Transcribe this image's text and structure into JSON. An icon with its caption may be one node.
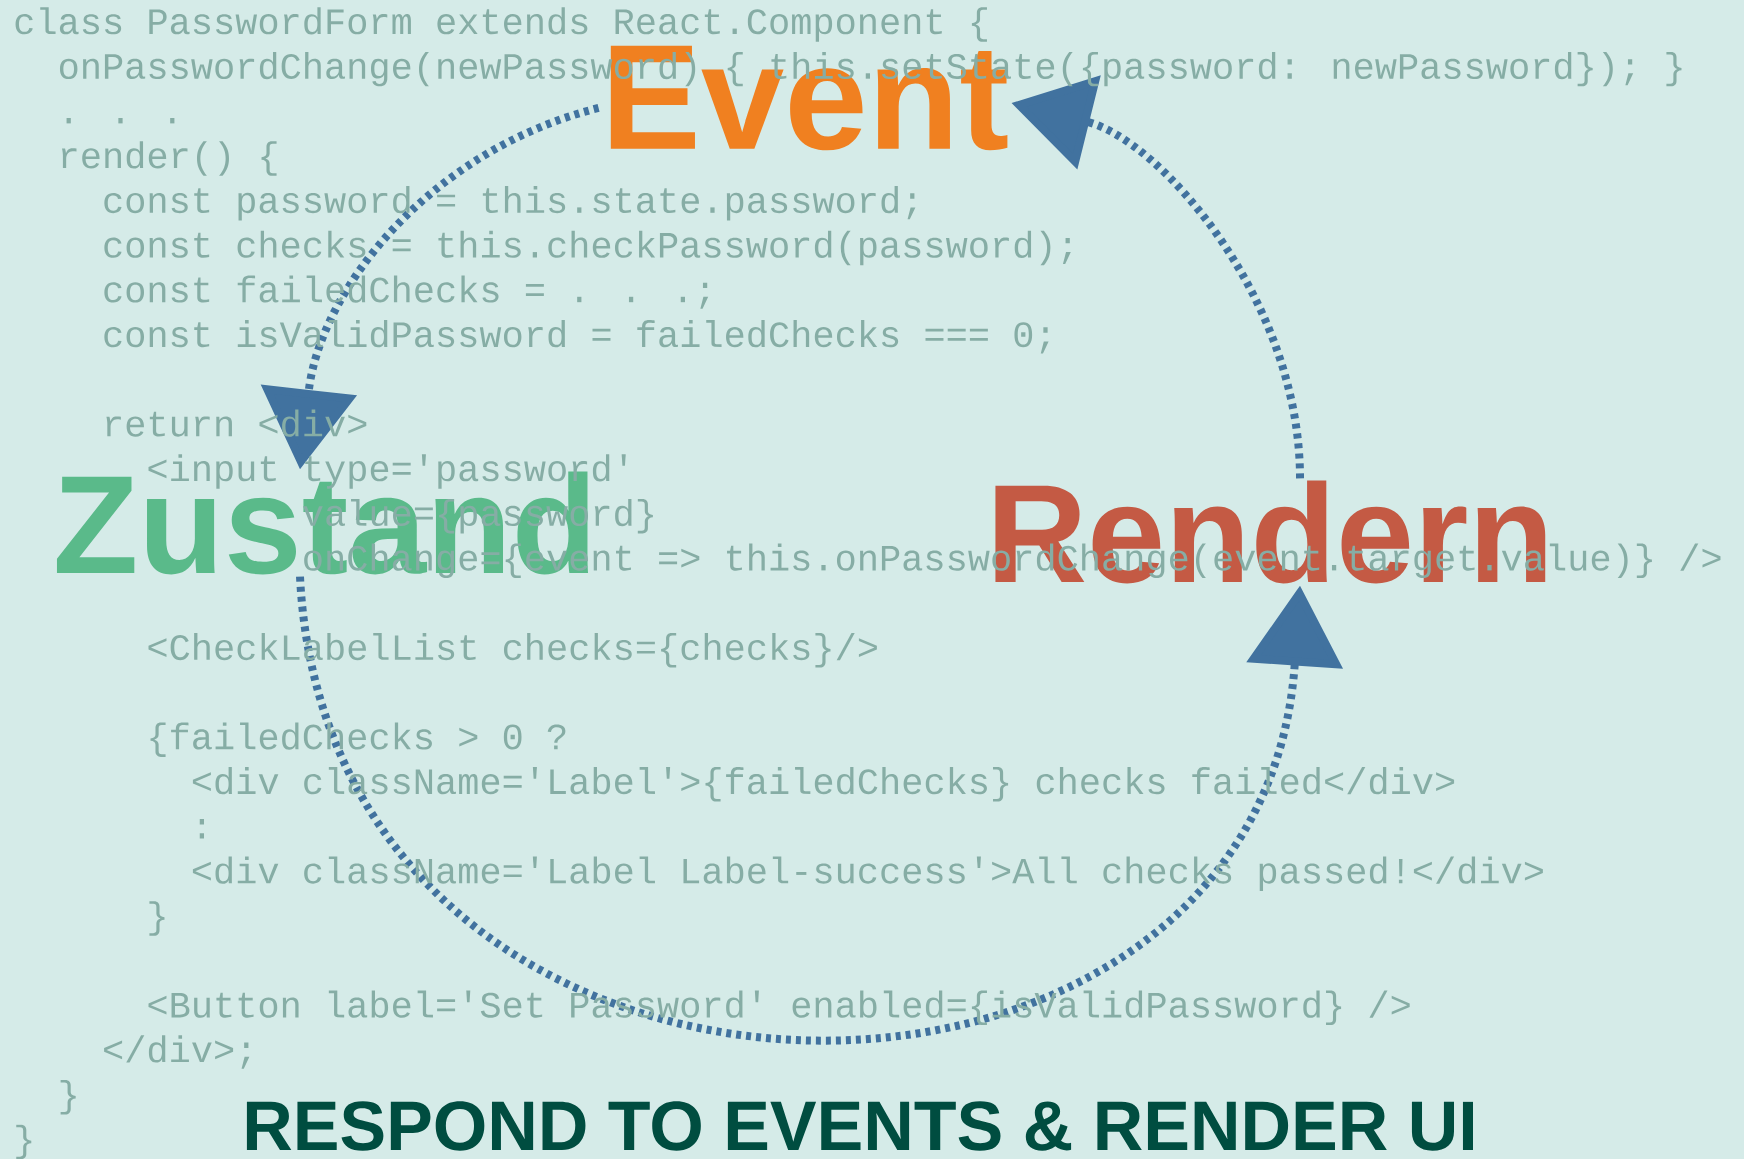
{
  "diagram": {
    "title": "RESPOND TO EVENTS & RENDER UI",
    "nodes": [
      {
        "text": [
          "Event"
        ]
      },
      {
        "text": [
          "Zustand"
        ]
      },
      {
        "text": [
          "Rendern"
        ]
      }
    ],
    "edges": [
      {
        "from": 0,
        "to": 1,
        "arrow": "to",
        "style": "dashed"
      },
      {
        "from": 1,
        "to": 2,
        "arrow": "to",
        "style": "dashed"
      },
      {
        "from": 2,
        "to": 0,
        "arrow": "to",
        "style": "dashed"
      }
    ],
    "labels": [
      "class PasswordForm extends React.Component {",
      "onPasswordChange(newPassword) { this.setState({password: newPassword}); }",
      ". . .",
      "render() {",
      "const password = this.state.password;",
      "const checks = this.checkPassword(password);",
      "const failedChecks = . . .;",
      "const isValidPassword = failedChecks === 0;",
      "return <div>",
      "<input type='password'",
      "value={password}",
      "onChange={event => this.onPasswordChange(event.target.value)} />",
      "<CheckLabelList checks={checks}/>",
      "{failedChecks > 0 ?",
      "<div className='Label'>{failedChecks} checks failed</div>",
      ":",
      "<div className='Label Label-success'>All checks passed!</div>",
      "}",
      "<Button label='Set Password' enabled={isValidPassword} />",
      "</div>;",
      "}",
      "}"
    ]
  }
}
